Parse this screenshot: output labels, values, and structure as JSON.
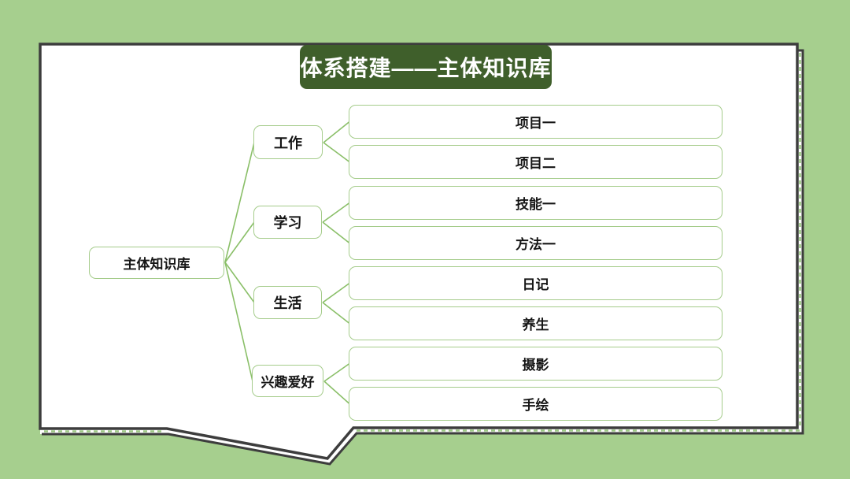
{
  "title": "体系搭建——主体知识库",
  "colors": {
    "background_green": "#a6cf8e",
    "title_green": "#3f5f2b",
    "paper_white": "#ffffff",
    "paper_border_dark": "#3d3d3d",
    "node_border_green": "#a5cc8b",
    "connector_green": "#8abf68",
    "dash_green": "#9cc883",
    "text_dark": "#151515",
    "title_text": "#ffffff"
  },
  "tree": {
    "root": {
      "label": "主体知识库"
    },
    "branches": [
      {
        "label": "工作",
        "children": [
          {
            "label": "项目一"
          },
          {
            "label": "项目二"
          }
        ]
      },
      {
        "label": "学习",
        "children": [
          {
            "label": "技能一"
          },
          {
            "label": "方法一"
          }
        ]
      },
      {
        "label": "生活",
        "children": [
          {
            "label": "日记"
          },
          {
            "label": "养生"
          }
        ]
      },
      {
        "label": "兴趣爱好",
        "children": [
          {
            "label": "摄影"
          },
          {
            "label": "手绘"
          }
        ]
      }
    ]
  }
}
